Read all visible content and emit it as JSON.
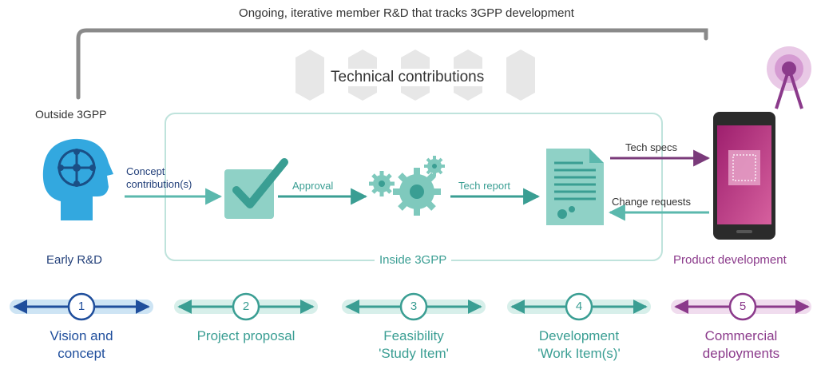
{
  "top_note": "Ongoing, iterative member R&D that tracks 3GPP development",
  "technical_contributions": "Technical contributions",
  "outside_label": "Outside 3GPP",
  "inside_label": "Inside 3GPP",
  "early_rd": "Early R&D",
  "product_development": "Product development",
  "arrows": {
    "concept_line1": "Concept",
    "concept_line2": "contribution(s)",
    "approval": "Approval",
    "tech_report": "Tech report",
    "tech_specs": "Tech specs",
    "change_requests": "Change requests"
  },
  "stages": [
    {
      "number": "1",
      "line1": "Vision and",
      "line2": "concept",
      "color": "#1f4e9c"
    },
    {
      "number": "2",
      "line1": "Project proposal",
      "line2": "",
      "color": "#3a9e93"
    },
    {
      "number": "3",
      "line1": "Feasibility",
      "line2": "'Study Item'",
      "color": "#3a9e93"
    },
    {
      "number": "4",
      "line1": "Development",
      "line2": "'Work Item(s)'",
      "color": "#3a9e93"
    },
    {
      "number": "5",
      "line1": "Commercial",
      "line2": "deployments",
      "color": "#8b3a8b"
    }
  ],
  "colors": {
    "teal": "#3a9e93",
    "light_teal": "#7fc9bd",
    "navy": "#1f4e9c",
    "purple": "#8b3a8b",
    "grey": "#8a8a8a"
  }
}
